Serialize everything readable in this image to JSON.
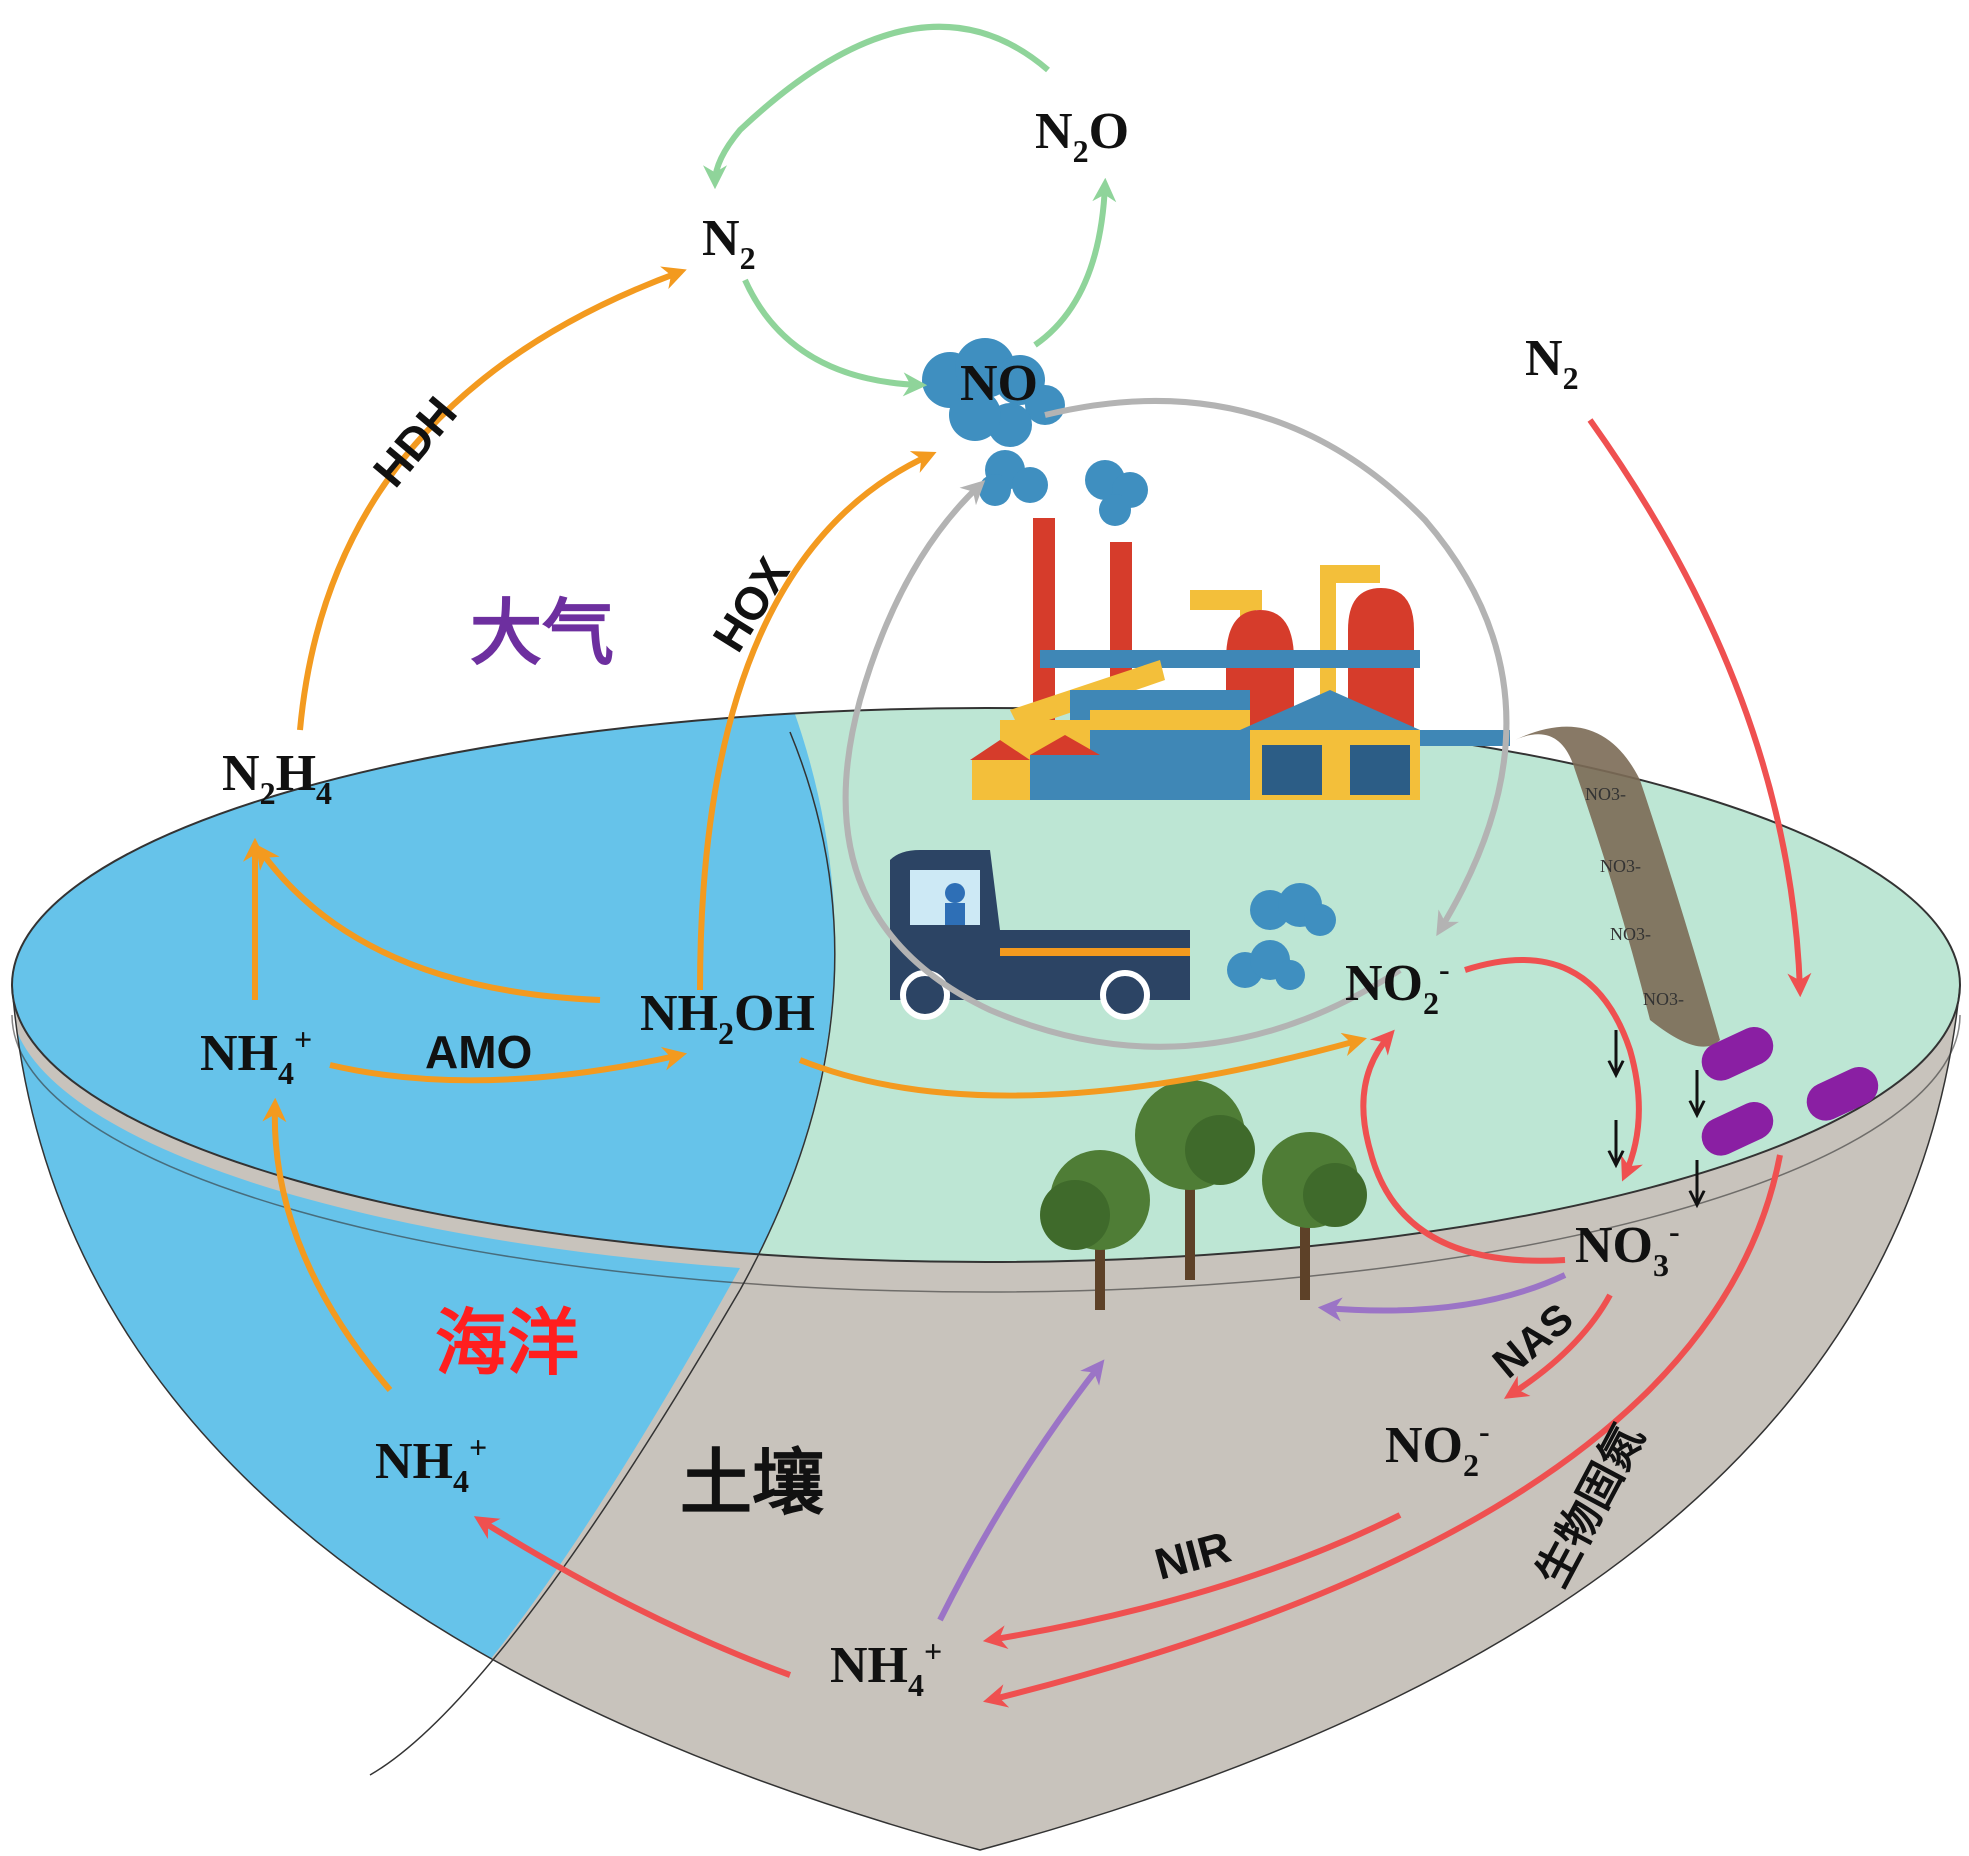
{
  "regions": {
    "atmosphere": {
      "label": "大气",
      "color": "#6d2f9f"
    },
    "ocean": {
      "label": "海洋",
      "color": "#ff1f1f"
    },
    "soil": {
      "label": "土壤",
      "color": "#111111"
    }
  },
  "species": {
    "n2_top": {
      "base": "N",
      "sub": "2"
    },
    "n2o": {
      "base": "N",
      "sub": "2",
      "tail": "O"
    },
    "no": {
      "base": "NO"
    },
    "n2_right": {
      "base": "N",
      "sub": "2"
    },
    "n2h4": {
      "base": "N",
      "sub": "2",
      "tail": "H",
      "sub2": "4"
    },
    "nh4_ocean": {
      "base": "NH",
      "sub": "4",
      "sup": "+"
    },
    "nh2oh": {
      "base": "NH",
      "sub": "2",
      "tail": "OH"
    },
    "no2_land": {
      "base": "NO",
      "sub": "2",
      "sup": "-"
    },
    "no3_soil": {
      "base": "NO",
      "sub": "3",
      "sup": "-"
    },
    "no2_soil": {
      "base": "NO",
      "sub": "2",
      "sup": "-"
    },
    "nh4_deep": {
      "base": "NH",
      "sub": "4",
      "sup": "+"
    },
    "nh4_soil": {
      "base": "NH",
      "sub": "4",
      "sup": "+"
    }
  },
  "processes": {
    "hdh": "HDH",
    "hox": "HOX",
    "amo": "AMO",
    "nas": "NAS",
    "nir": "NIR",
    "fixation": "生物固氮"
  },
  "runoff_labels": [
    "NO3-",
    "NO3-",
    "NO3-",
    "NO3-"
  ],
  "colors": {
    "ocean": "#66c3ea",
    "land": "#bde6d4",
    "soil": "#c8c3bc",
    "orange_arrow": "#f39a1f",
    "green_arrow": "#8fd49a",
    "red_arrow": "#ef5050",
    "gray_arrow": "#b3b3b3",
    "purple_arrow": "#9b74c6"
  }
}
